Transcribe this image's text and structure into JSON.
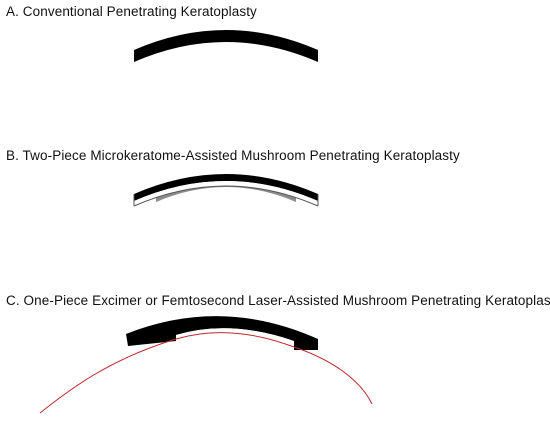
{
  "panels": [
    {
      "id": "a",
      "title": "A. Conventional Penetrating Keratoplasty",
      "graft_type": "full-thickness"
    },
    {
      "id": "b",
      "title": "B. Two-Piece Microkeratome-Assisted Mushroom Penetrating Keratoplasty",
      "graft_type": "two-piece-mushroom"
    },
    {
      "id": "c",
      "title": "C. One-Piece Excimer or Femtosecond Laser-Assisted Mushroom Penetrating Keratoplasty",
      "graft_type": "one-piece-mushroom"
    }
  ],
  "colors": {
    "outline": "#555555",
    "graft": "#000000",
    "posterior_lamella": "#8c8c8c",
    "laser_cut": "#c0282d"
  }
}
